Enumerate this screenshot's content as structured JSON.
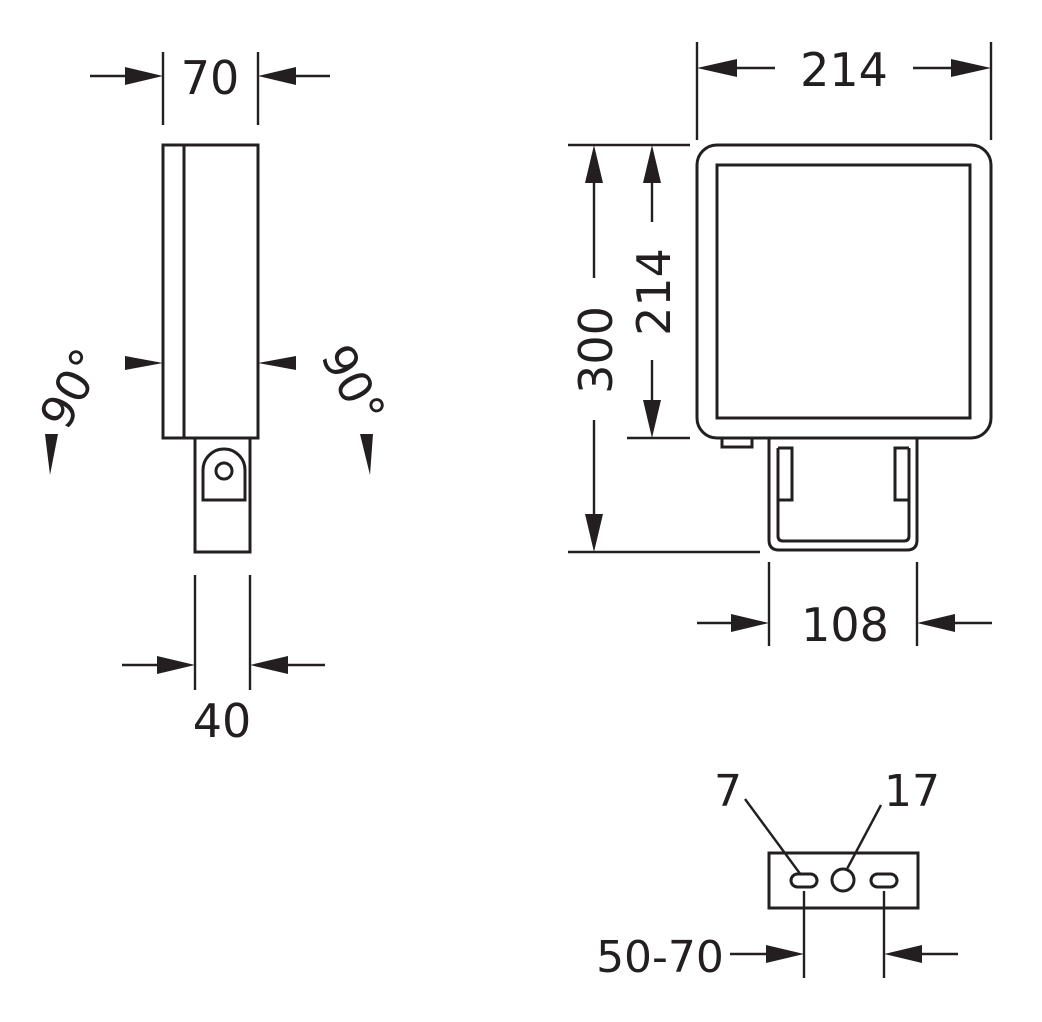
{
  "side_view": {
    "width_label": "70",
    "bracket_label": "40",
    "tilt_left_label": "90°",
    "tilt_right_label": "90°"
  },
  "front_view": {
    "width_label": "214",
    "height_label": "214",
    "total_height_label": "300",
    "bracket_width_label": "108"
  },
  "bracket_detail": {
    "slot_label": "7",
    "hole_label": "17",
    "spacing_label": "50-70"
  }
}
